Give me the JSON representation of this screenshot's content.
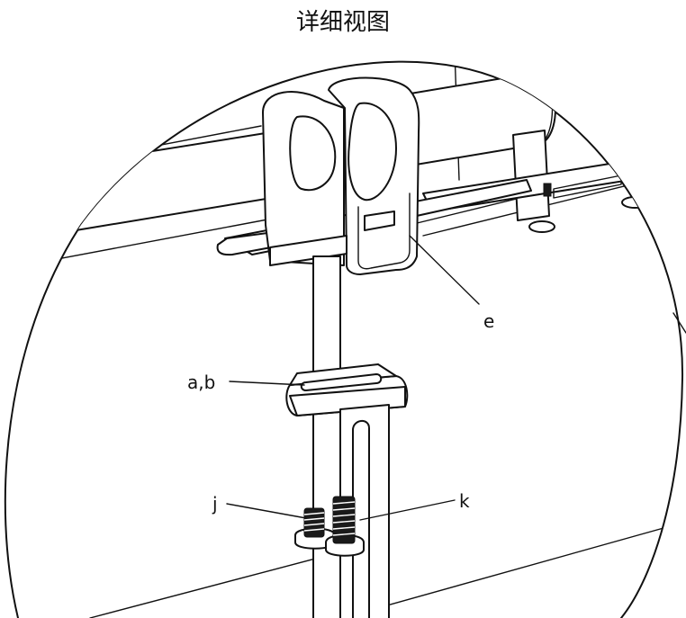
{
  "title": "详细视图",
  "callouts": {
    "e": "e",
    "ab": "a,b",
    "j": "j",
    "k": "k"
  },
  "colors": {
    "line": "#111111",
    "background": "#ffffff",
    "shade": "#cfcfcf"
  }
}
